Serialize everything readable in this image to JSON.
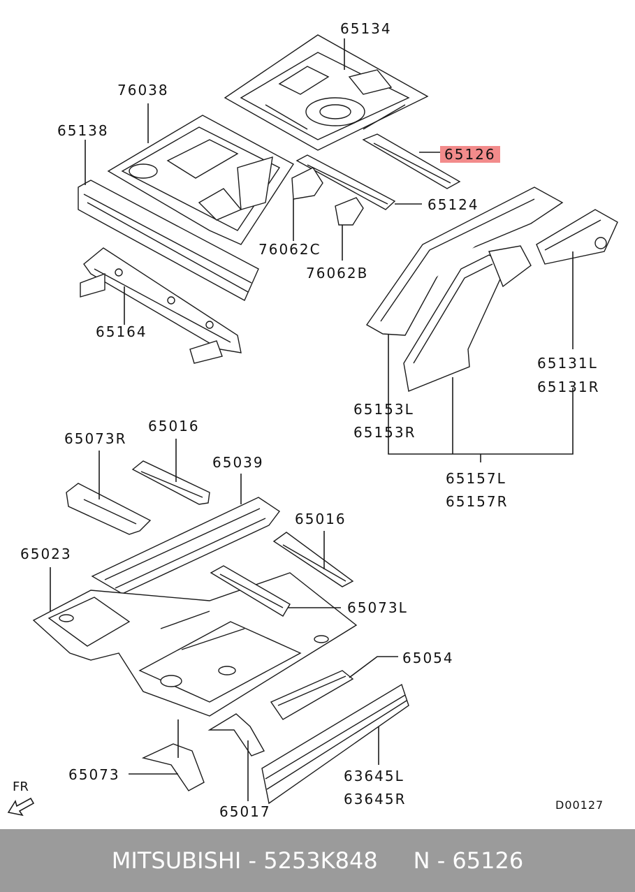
{
  "diagram": {
    "labels": [
      {
        "id": "65134",
        "text": "65134"
      },
      {
        "id": "76038",
        "text": "76038"
      },
      {
        "id": "65138",
        "text": "65138"
      },
      {
        "id": "65126",
        "text": "65126",
        "highlight": true
      },
      {
        "id": "65124",
        "text": "65124"
      },
      {
        "id": "76062C",
        "text": "76062C"
      },
      {
        "id": "76062B",
        "text": "76062B"
      },
      {
        "id": "65164",
        "text": "65164"
      },
      {
        "id": "65131L",
        "text": "65131L"
      },
      {
        "id": "65131R",
        "text": "65131R"
      },
      {
        "id": "65153L",
        "text": "65153L"
      },
      {
        "id": "65153R",
        "text": "65153R"
      },
      {
        "id": "65157L",
        "text": "65157L"
      },
      {
        "id": "65157R",
        "text": "65157R"
      },
      {
        "id": "65073R",
        "text": "65073R"
      },
      {
        "id": "65016a",
        "text": "65016"
      },
      {
        "id": "65039",
        "text": "65039"
      },
      {
        "id": "65016b",
        "text": "65016"
      },
      {
        "id": "65023",
        "text": "65023"
      },
      {
        "id": "65073L",
        "text": "65073L"
      },
      {
        "id": "65054",
        "text": "65054"
      },
      {
        "id": "65073",
        "text": "65073"
      },
      {
        "id": "63645L",
        "text": "63645L"
      },
      {
        "id": "63645R",
        "text": "63645R"
      },
      {
        "id": "65017",
        "text": "65017"
      }
    ],
    "diagram_code": "D00127",
    "fr_label": "FR",
    "highlight_color": "#f28b8b"
  },
  "footer": {
    "brand": "MITSUBISHI",
    "separator": " - ",
    "part_number": "5253K848",
    "gap": "     ",
    "ref": "N - 65126",
    "background": "#9b9b9b"
  }
}
